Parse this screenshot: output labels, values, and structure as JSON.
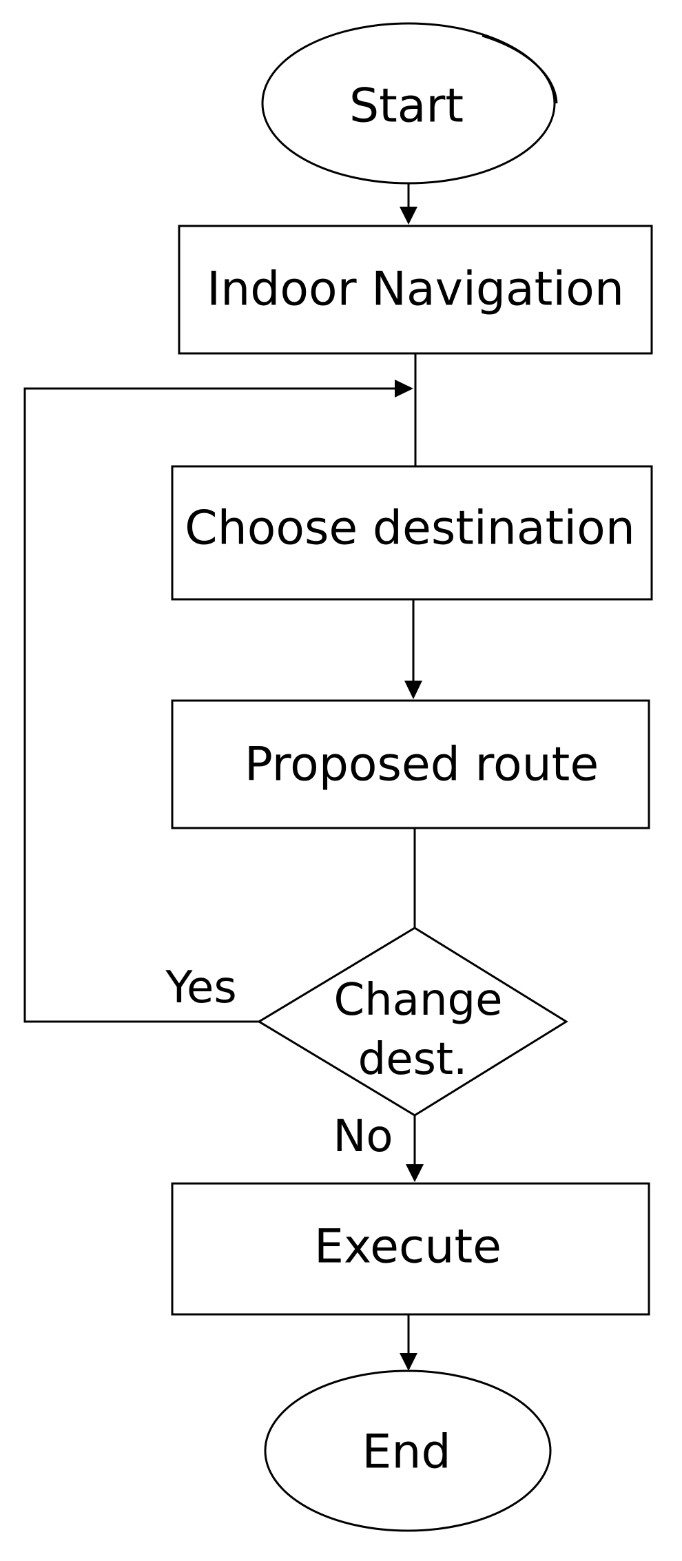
{
  "flowchart": {
    "start": "Start",
    "indoor_navigation": "Indoor Navigation",
    "choose_destination": "Choose destination",
    "proposed_route": "Proposed route",
    "decision_line1": "Change",
    "decision_line2": "dest.",
    "yes_label": "Yes",
    "no_label": "No",
    "execute": "Execute",
    "end": "End"
  }
}
